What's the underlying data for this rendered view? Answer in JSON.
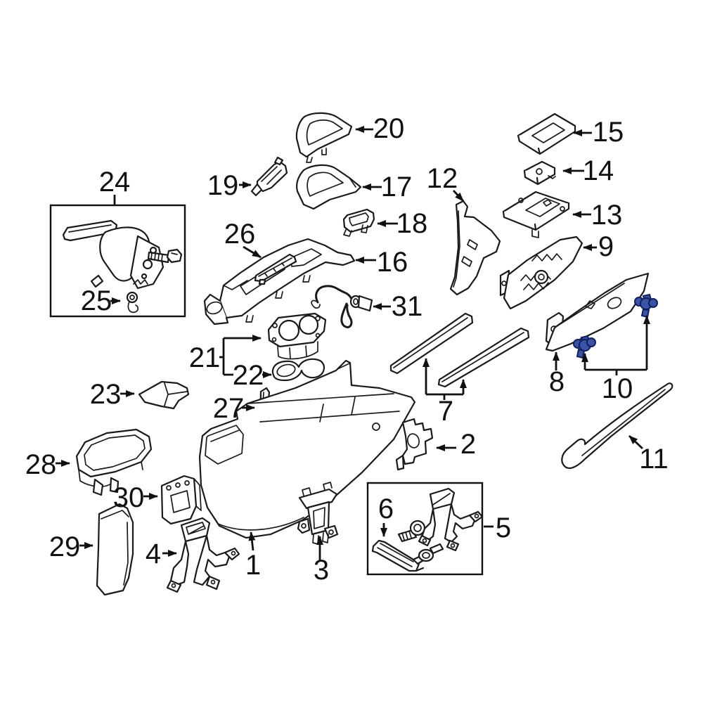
{
  "diagram": {
    "kind": "exploded-parts-diagram",
    "background": "#ffffff",
    "line_color": "#1a1a1a",
    "highlight_color": "#3a53a6",
    "highlight_outline": "#10205e",
    "boxed_groups": [
      "24",
      "5"
    ],
    "highlighted_parts": [
      "10"
    ]
  },
  "labels": {
    "p1": "1",
    "p2": "2",
    "p3": "3",
    "p4": "4",
    "p5": "5",
    "p6": "6",
    "p7": "7",
    "p8": "8",
    "p9": "9",
    "p10": "10",
    "p11": "11",
    "p12": "12",
    "p13": "13",
    "p14": "14",
    "p15": "15",
    "p16": "16",
    "p17": "17",
    "p18": "18",
    "p19": "19",
    "p20": "20",
    "p21": "21",
    "p22": "22",
    "p23": "23",
    "p24": "24",
    "p25": "25",
    "p26": "26",
    "p27": "27",
    "p28": "28",
    "p29": "29",
    "p30": "30",
    "p31": "31"
  }
}
